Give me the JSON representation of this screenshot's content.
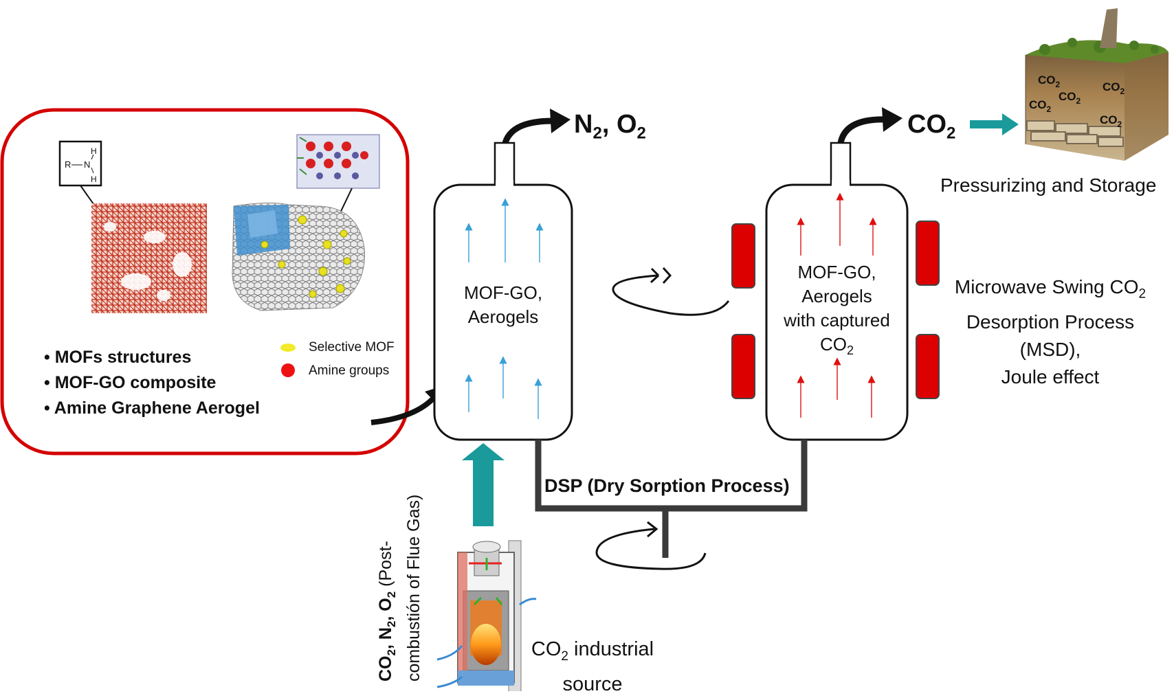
{
  "materials": {
    "bullets": [
      "MOFs structures",
      "MOF-GO composite",
      "Amine Graphene Aerogel"
    ],
    "legend": {
      "selective_mof": "Selective MOF",
      "amine_groups": "Amine groups"
    },
    "amine_labels": {
      "r": "R",
      "n": "N",
      "h1": "H",
      "h2": "H"
    }
  },
  "adsorber": {
    "label_line1": "MOF-GO,",
    "label_line2": "Aerogels",
    "outlet_main": "N",
    "outlet_sub1": "2",
    "outlet_sep": ",",
    "outlet_main2": "O",
    "outlet_sub2": "2"
  },
  "desorber": {
    "label_line1": "MOF-GO,",
    "label_line2": "Aerogels",
    "label_line3": "with captured",
    "label_line4_main": "CO",
    "label_line4_sub": "2",
    "outlet_main": "CO",
    "outlet_sub": "2"
  },
  "storage": {
    "label": "Pressurizing and Storage",
    "soil_tags": [
      {
        "main": "CO",
        "sub": "2"
      },
      {
        "main": "CO",
        "sub": "2"
      },
      {
        "main": "CO",
        "sub": "2"
      },
      {
        "main": "CO",
        "sub": "2"
      },
      {
        "main": "CO",
        "sub": "2"
      }
    ]
  },
  "msd": {
    "line1_main": "Microwave Swing CO",
    "line1_sub": "2",
    "line2": "Desorption Process (MSD),",
    "line3": "Joule effect"
  },
  "dsp": {
    "label": "DSP (Dry Sorption Process)"
  },
  "feed": {
    "line1_parts": [
      {
        "t": "CO",
        "b": true
      },
      {
        "t": "2",
        "b": true,
        "sub": true
      },
      {
        "t": ", ",
        "b": true
      },
      {
        "t": "N",
        "b": true
      },
      {
        "t": "2",
        "b": true,
        "sub": true
      },
      {
        "t": ", ",
        "b": true
      },
      {
        "t": "O",
        "b": true
      },
      {
        "t": "2",
        "b": true,
        "sub": true
      },
      {
        "t": " (Post-",
        "b": false
      }
    ],
    "line2": "combustión of Flue Gas)"
  },
  "source": {
    "line1_main": "CO",
    "line1_sub": "2",
    "line1_rest": " industrial",
    "line2": "source"
  },
  "colors": {
    "red_frame": "#d40000",
    "heater_red": "#dd0000",
    "teal_arrow": "#1a9a9a",
    "blue_flow": "#3aa0d8",
    "red_flow": "#e01010",
    "pipe": "#3a3a3a"
  }
}
